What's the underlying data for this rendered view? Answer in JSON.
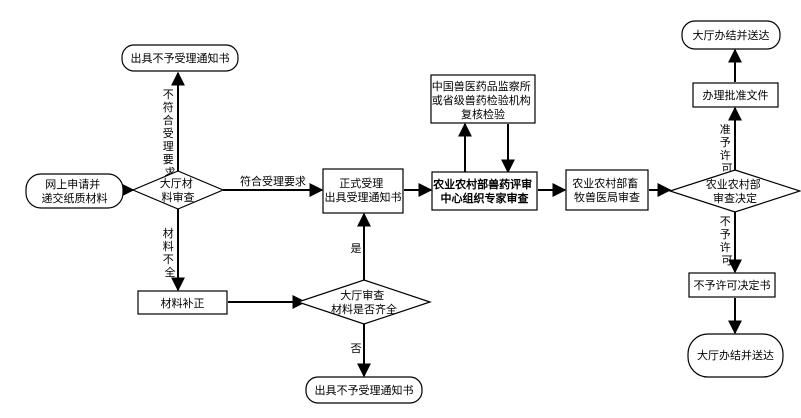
{
  "nodes": {
    "apply": [
      "网上申请并",
      "递交纸质材料"
    ],
    "hall_review": [
      "大厅材",
      "料审查"
    ],
    "reject_top": [
      "出具不予受理通知书"
    ],
    "supplement": [
      "材料补正"
    ],
    "complete_check": [
      "大厅审查",
      "材料是否齐全"
    ],
    "reject_bottom": [
      "出具不予受理通知书"
    ],
    "accept": [
      "正式受理",
      "出具受理通知书"
    ],
    "lab": [
      "中国兽医药品监察所",
      "或省级兽药检验机构",
      "复核检验"
    ],
    "center_review": [
      "农业农村部兽药评审",
      "中心组织专家审查"
    ],
    "bureau_review": [
      "农业农村部畜",
      "牧兽医局审查"
    ],
    "decision": [
      "农业农村部",
      "审查决定"
    ],
    "approval_doc": [
      "办理批准文件"
    ],
    "deliver_top": [
      "大厅办结并送达"
    ],
    "deny_doc": [
      "不予许可决定书"
    ],
    "deliver_bottom": [
      "大厅办结并送达"
    ]
  },
  "edges": {
    "not_compliant": [
      "不",
      "符",
      "合",
      "受",
      "理",
      "要",
      "求"
    ],
    "compliant": "符合受理要求",
    "incomplete": [
      "材",
      "料",
      "不",
      "全"
    ],
    "yes": "是",
    "no": "否",
    "approve": [
      "准",
      "予",
      "许",
      "可"
    ],
    "deny": [
      "不",
      "予",
      "许",
      "可"
    ]
  }
}
